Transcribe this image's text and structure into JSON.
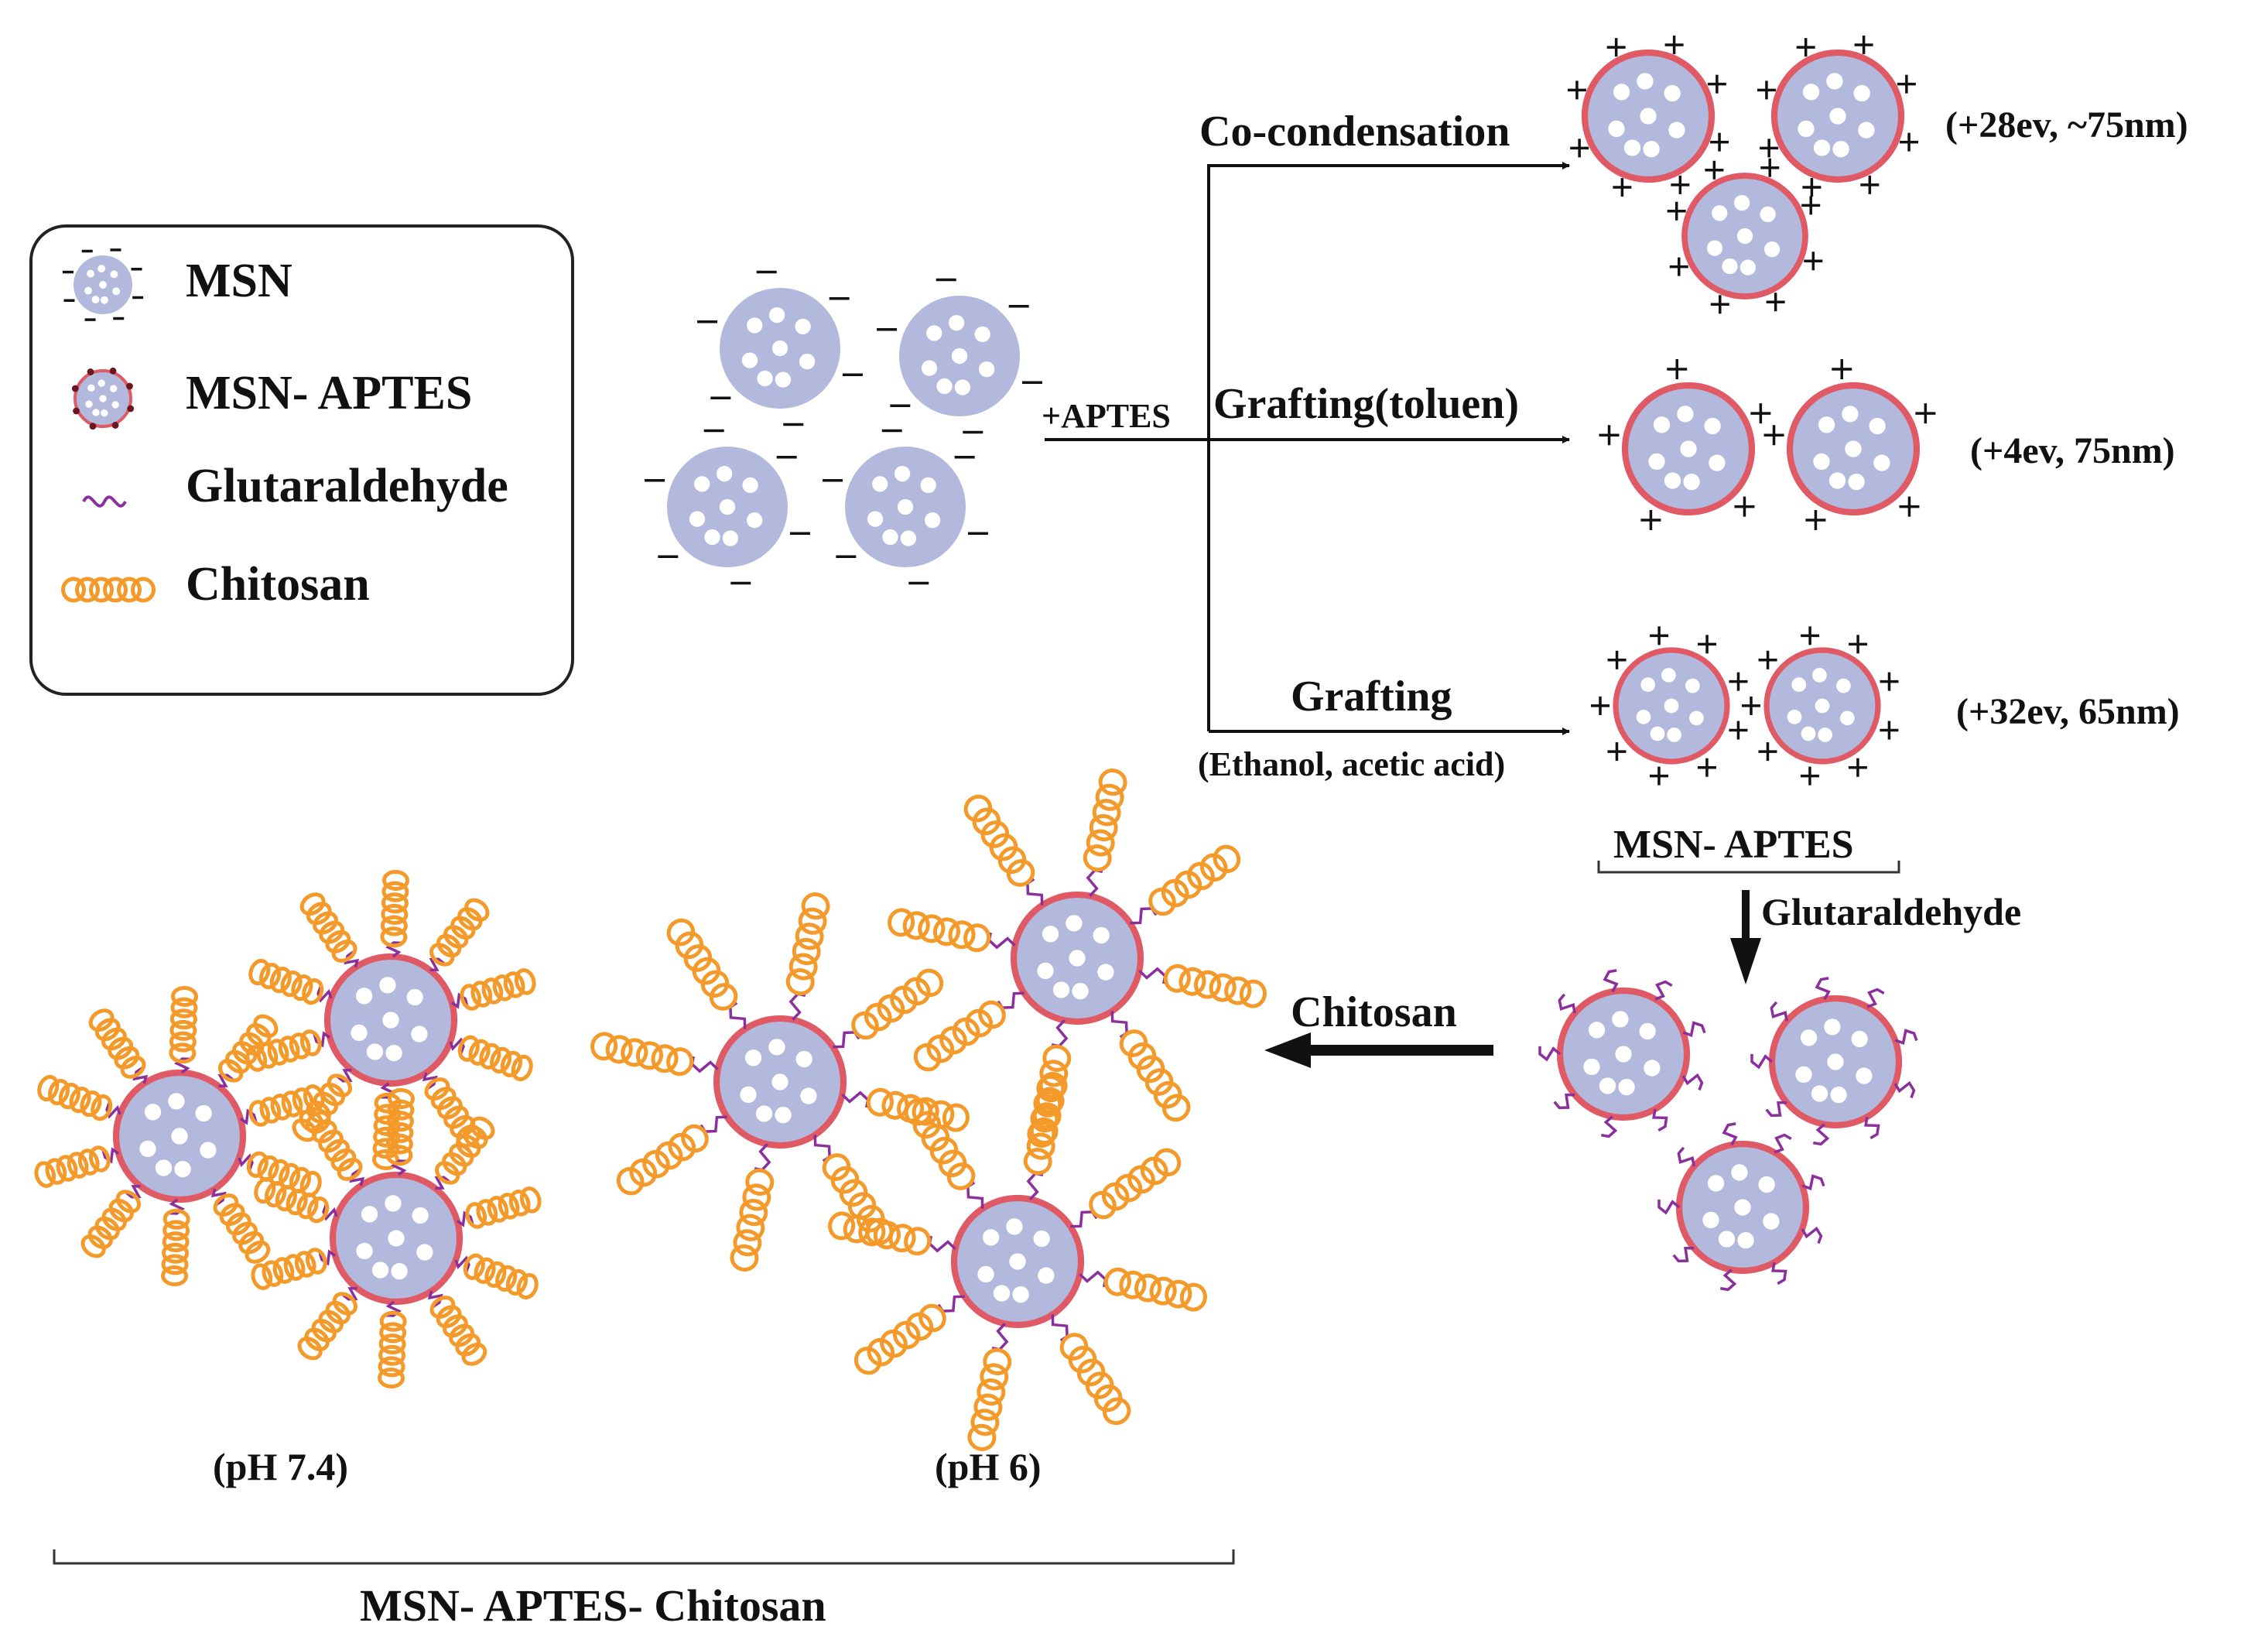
{
  "legend": {
    "items": [
      {
        "key": "msn",
        "label": "MSN",
        "icon": "msn-particle-icon"
      },
      {
        "key": "msn_aptes",
        "label": "MSN- APTES",
        "icon": "msn-aptes-particle-icon"
      },
      {
        "key": "glutaraldehyde",
        "label": "Glutaraldehyde",
        "icon": "glutaraldehyde-squiggle-icon"
      },
      {
        "key": "chitosan",
        "label": "Chitosan",
        "icon": "chitosan-coil-icon"
      }
    ]
  },
  "reagent_label": "+APTES",
  "routes": [
    {
      "method": "Co-condensation",
      "condition": "",
      "result": "(+28ev, ~75nm)"
    },
    {
      "method": "Grafting(toluen)",
      "condition": "",
      "result": "(+4ev, 75nm)"
    },
    {
      "method": "Grafting",
      "condition": "(Ethanol, acetic acid)",
      "result": "(+32ev, 65nm)"
    }
  ],
  "msn_aptes_group_label": "MSN- APTES",
  "glutaraldehyde_step_label": "Glutaraldehyde",
  "chitosan_step_label": "Chitosan",
  "ph_labels": [
    "(pH 7.4)",
    "(pH 6)"
  ],
  "final_group_label": "MSN- APTES- Chitosan",
  "colors": {
    "particle_fill": "#b3b9dd",
    "pore_fill": "#ffffff",
    "shell_red": "#e05a66",
    "glutaraldehyde_purple": "#8a2f9c",
    "chitosan_orange": "#f39a2a",
    "ink": "#111111"
  }
}
